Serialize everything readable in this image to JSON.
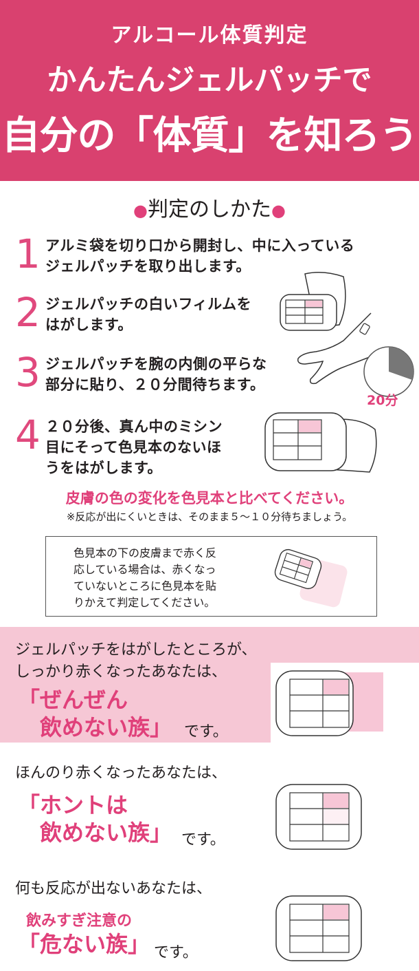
{
  "header": {
    "kicker": "アルコール体質判定",
    "subtitle": "かんたんジェルパッチで",
    "title": "自分の「体質」を知ろう"
  },
  "method": {
    "bullet": "●",
    "heading": "判定のしかた"
  },
  "steps": [
    {
      "number": "1",
      "text": "アルミ袋を切り口から開封し、中に入っている\nジェルパッチを取り出します。"
    },
    {
      "number": "2",
      "text": "ジェルパッチの白いフィルムを\nはがします。"
    },
    {
      "number": "3",
      "text": "ジェルパッチを腕の内側の平らな\n部分に貼り、２０分間待ちます。"
    },
    {
      "number": "4",
      "text": "２０分後、真ん中のミシン\n目にそって色見本のないほ\nうをはがします。"
    }
  ],
  "timer_label": "20分",
  "notes": {
    "compare": "皮膚の色の変化を色見本と比べてください。",
    "wait": "※反応が出にくいときは、そのまま５～１０分待ちましょう。",
    "box": "色見本の下の皮膚まで赤く反\n応している場合は、赤くなっ\nていないところに色見本を貼\nりかえて判定してください。"
  },
  "results": [
    {
      "lead": "ジェルパッチをはがしたところが、\nしっかり赤くなったあなたは、",
      "name": "「ぜんぜん\n　飲めない族」",
      "suffix": "です。"
    },
    {
      "lead": "ほんのり赤くなったあなたは、",
      "name": "「ホントは\n　飲めない族」",
      "suffix": "です。"
    },
    {
      "lead": "何も反応が出ないあなたは、",
      "warning": "飲みすぎ注意の",
      "name": "「危ない族」",
      "suffix": "です。"
    }
  ],
  "colors": {
    "brand_pink": "#d9416f",
    "accent_pink": "#e0407a",
    "panel_pink": "#f6c7d5",
    "swatch_pink": "#f7c6d6"
  }
}
